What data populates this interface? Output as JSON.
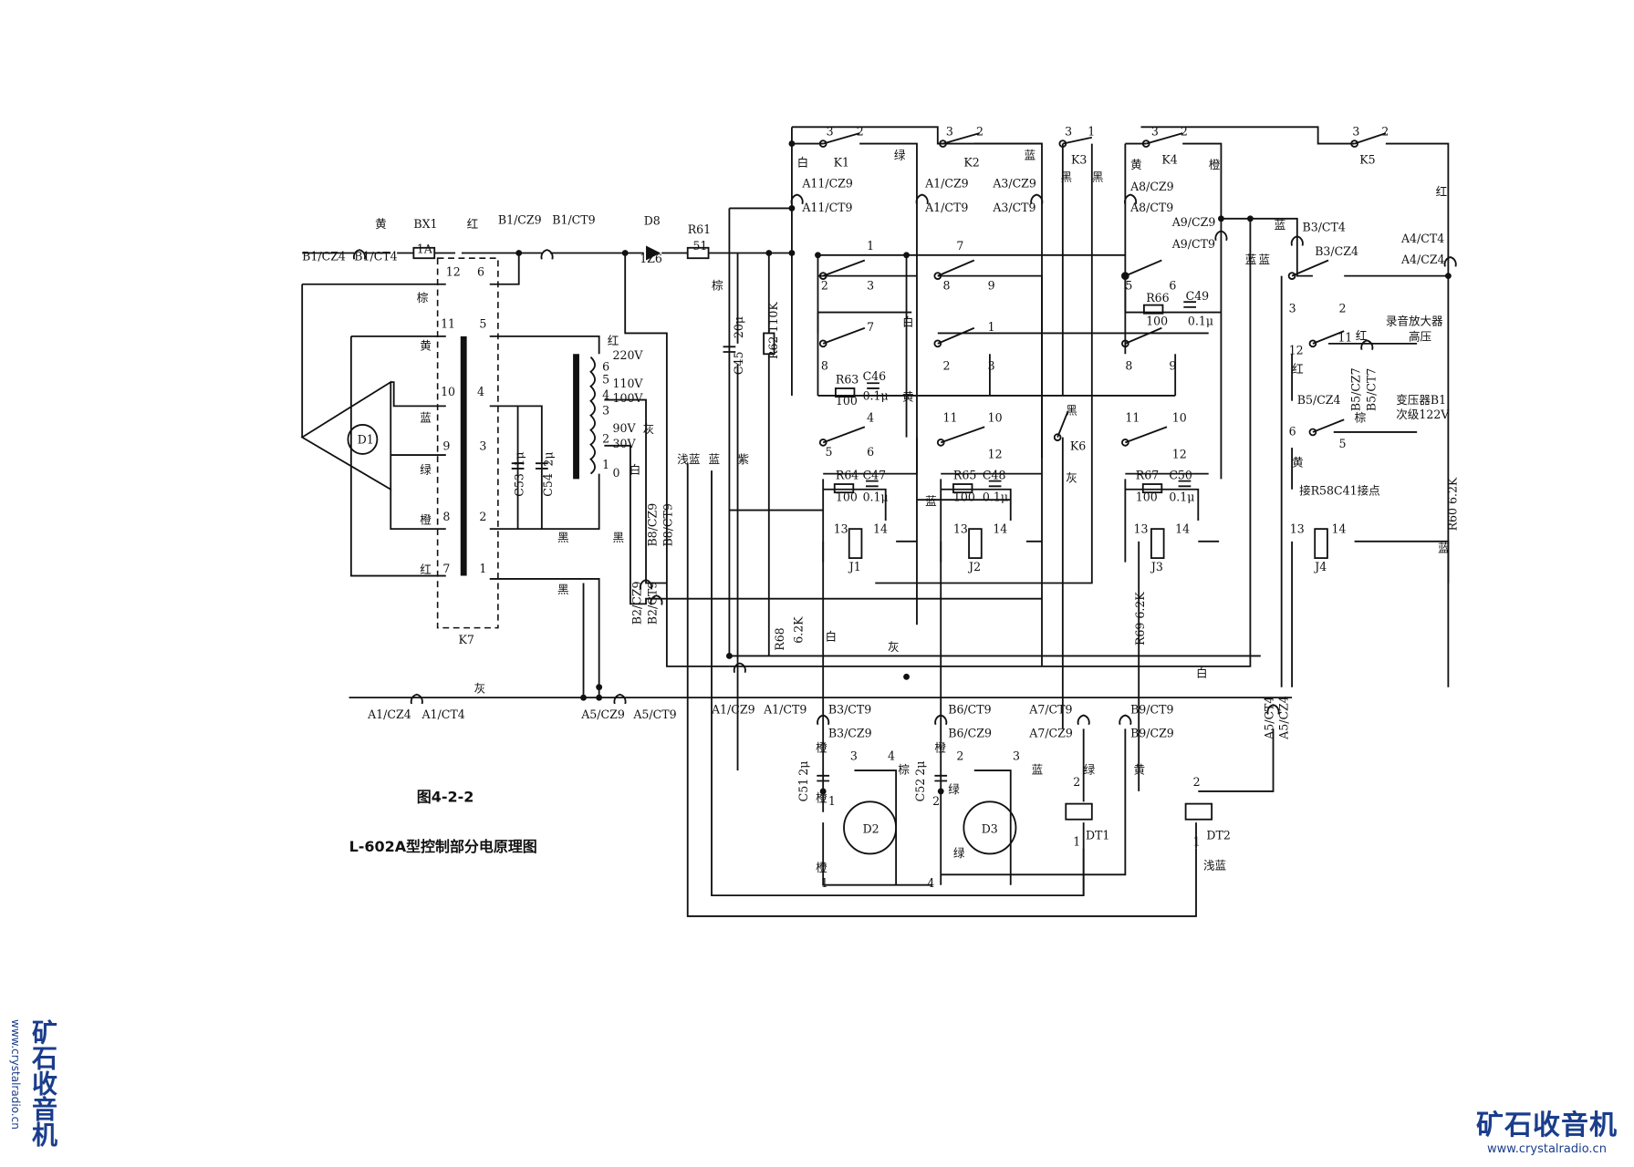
{
  "figure": {
    "number": "图4-2-2",
    "title": "L-602A型控制部分电原理图"
  },
  "watermark": {
    "name": "矿石收音机",
    "url": "www.crystalradio.cn"
  },
  "connectors": [
    "B1/CZ4",
    "B1/CT4",
    "B1/CZ9",
    "B1/CT9",
    "A11/CZ9",
    "A11/CT9",
    "A1/CZ9",
    "A1/CT9",
    "A3/CZ9",
    "A3/CT9",
    "A8/CZ9",
    "A8/CT9",
    "A9/CZ9",
    "A9/CT9",
    "B3/CT4",
    "B3/CZ4",
    "A4/CT4",
    "A4/CZ4",
    "B5/CZ7",
    "B5/CT7",
    "B5/CZ4",
    "B8/CZ9",
    "B8/CT9",
    "B2/CZ9",
    "B2/CT9",
    "A1/CZ4",
    "A1/CT4",
    "A5/CZ9",
    "A5/CT9",
    "A1/CZ9",
    "A1/CT9",
    "B3/CT9",
    "B3/CZ9",
    "B6/CT9",
    "B6/CZ9",
    "A7/CT9",
    "A7/CZ9",
    "B9/CT9",
    "B9/CZ9",
    "A5/CT4",
    "A5/CZ4"
  ],
  "components": [
    "BX1",
    "1A",
    "D8",
    "1Z6",
    "R61",
    "51",
    "C45",
    "20μ",
    "R62 110K",
    "K1",
    "K2",
    "K3",
    "K4",
    "K5",
    "K6",
    "K7",
    "D1",
    "C53",
    "1μ",
    "C54",
    "2μ",
    "R63",
    "100",
    "C46",
    "0.1μ",
    "R64",
    "100",
    "C47",
    "0.1μ",
    "R65",
    "100",
    "C48",
    "0.1μ",
    "R66",
    "100",
    "C49",
    "0.1μ",
    "R67",
    "100",
    "C50",
    "0.1μ",
    "J1",
    "J2",
    "J3",
    "J4",
    "R68",
    "6.2K",
    "R69 6.2K",
    "R60 6.2K",
    "C51",
    "2μ",
    "C52",
    "2μ",
    "D2",
    "D3",
    "DT1",
    "DT2"
  ],
  "transformer_taps": [
    "220V",
    "110V",
    "100V",
    "90V",
    "30V",
    "0",
    "6",
    "5",
    "4",
    "3",
    "2",
    "1"
  ],
  "wire_colors": [
    "黄",
    "红",
    "棕",
    "黄",
    "蓝",
    "绿",
    "橙",
    "红",
    "红",
    "灰",
    "白",
    "黑",
    "黑",
    "黑",
    "浅蓝",
    "蓝",
    "紫",
    "棕",
    "白",
    "绿",
    "蓝",
    "黑",
    "黑",
    "黄",
    "橙",
    "蓝",
    "红",
    "蓝",
    "蓝",
    "白",
    "黄",
    "蓝",
    "黑",
    "灰",
    "红",
    "红",
    "棕",
    "黄",
    "蓝",
    "白",
    "灰",
    "白",
    "灰",
    "橙",
    "棕",
    "橙",
    "蓝",
    "绿",
    "绿",
    "绿",
    "黄",
    "浅蓝",
    "橙",
    "橙"
  ],
  "pins": [
    "12",
    "6",
    "11",
    "5",
    "10",
    "4",
    "9",
    "3",
    "8",
    "2",
    "7",
    "1",
    "3",
    "2",
    "3",
    "2",
    "3",
    "1",
    "3",
    "2",
    "3",
    "2",
    "1",
    "2",
    "3",
    "7",
    "8",
    "9",
    "5",
    "6",
    "7",
    "8",
    "1",
    "2",
    "3",
    "8",
    "9",
    "4",
    "5",
    "6",
    "11",
    "10",
    "12",
    "11",
    "10",
    "12",
    "13",
    "14",
    "13",
    "14",
    "13",
    "14",
    "13",
    "14",
    "2",
    "3",
    "11",
    "12",
    "6",
    "5",
    "3",
    "4",
    "1",
    "1",
    "2",
    "3",
    "2",
    "4",
    "2",
    "1",
    "2",
    "1"
  ],
  "notes": [
    "录音放大器",
    "高压",
    "变压器B1",
    "次级122V",
    "接R58C41接点"
  ]
}
